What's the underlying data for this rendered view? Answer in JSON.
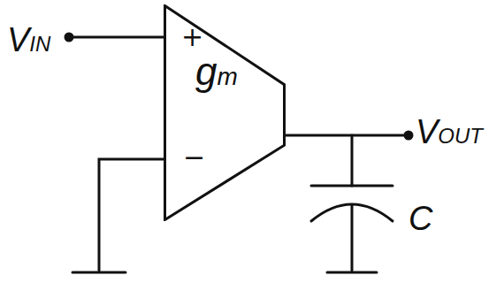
{
  "diagram": {
    "nodes": [
      {
        "text": [
          "+",
          "−",
          "gm"
        ]
      }
    ],
    "labels": [
      "VIN",
      "VOUT",
      "C"
    ]
  }
}
